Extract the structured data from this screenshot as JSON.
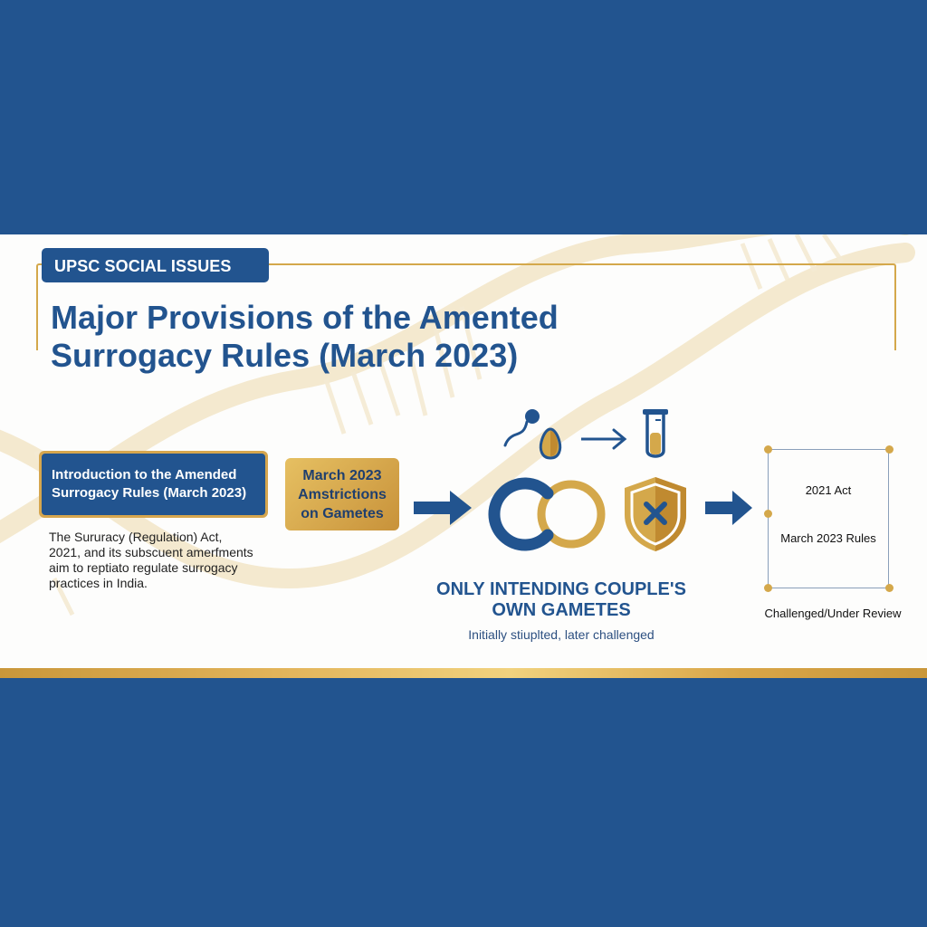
{
  "tag": {
    "label": "UPSC SOCIAL ISSUES"
  },
  "title": {
    "line1": "Major Provisions of the Amented",
    "line2": "Surrogacy Rules (March 2023)"
  },
  "intro": {
    "box_line1": "Introduction to the Amended",
    "box_line2": "Surrogacy Rules (March 2023)",
    "body_lines": [
      "The Sururacy (Regulation) Act,",
      "2021, and its subscuent amerfments",
      "aim to reptiato regulate surrogacy",
      "practices in India."
    ]
  },
  "restriction_box": {
    "lines": [
      "March 2023",
      "Amstrictions",
      "on Gametes"
    ]
  },
  "center": {
    "icons": [
      "sperm-icon",
      "egg-icon",
      "right-arrow-icon",
      "test-tube-icon",
      "interlocking-rings-icon",
      "shield-x-icon"
    ],
    "headline_line1": "ONLY INTENDING COUPLE'S",
    "headline_line2": "OWN GAMETES",
    "subtitle": "Initially stiuplted, later challenged"
  },
  "review_box": {
    "line1": "2021 Act",
    "line2": "March 2023 Rules",
    "caption": "Challenged/Under Review"
  },
  "colors": {
    "navy": "#22548f",
    "gold": "#d4a84b",
    "panel_bg": "#fdfdfc",
    "dna": "#f3e6c8"
  }
}
